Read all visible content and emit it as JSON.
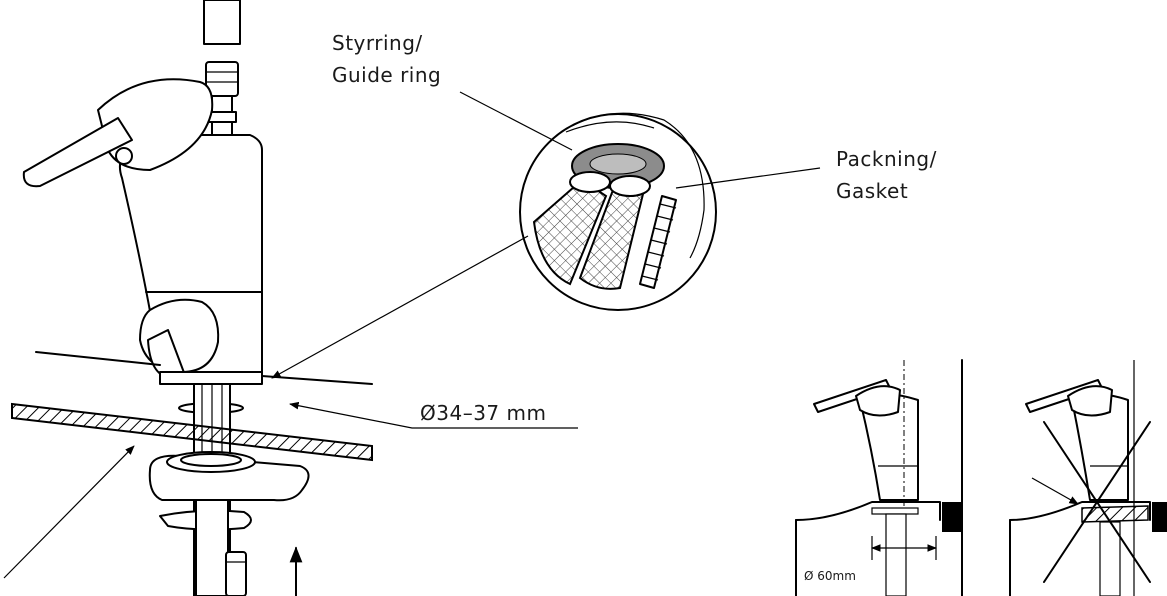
{
  "labels": {
    "guide_ring_sv": "Styrring/",
    "guide_ring_en": "Guide ring",
    "gasket_sv": "Packning/",
    "gasket_en": "Gasket",
    "diameter_range": "Ø34–37 mm",
    "diameter_60": "Ø 60mm"
  }
}
